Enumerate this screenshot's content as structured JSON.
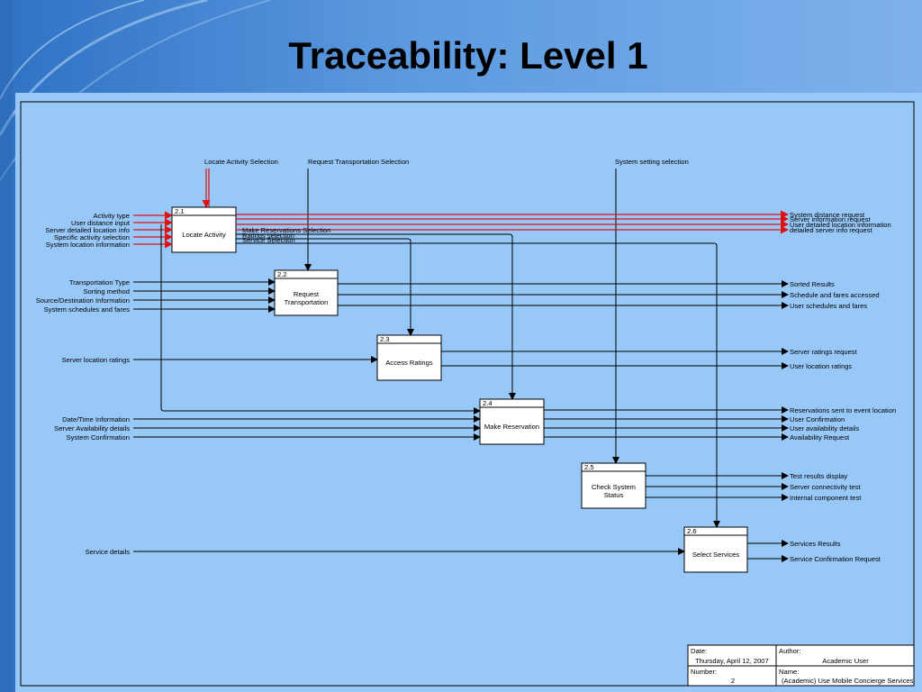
{
  "slide": {
    "title": "Traceability: Level 1"
  },
  "controls": [
    {
      "label": "Locate Activity Selection"
    },
    {
      "label": "Request Transportation Selection"
    },
    {
      "label": "System setting selection"
    }
  ],
  "activities": [
    {
      "num": "2.1",
      "title_lines": [
        "Locate Activity"
      ],
      "inputs": [
        "Activity type",
        "User distance input",
        "Server detailed location info",
        "Specific activity selection",
        "System location information"
      ],
      "outputs": [
        "System distance request",
        "Server information request",
        "User detailed location information",
        "detailed server info request"
      ],
      "internal_outputs": [
        "Make Reservations Selection",
        "Ratings selection",
        "Service Selection"
      ]
    },
    {
      "num": "2.2",
      "title_lines": [
        "Request",
        "Transportation"
      ],
      "inputs": [
        "Transportation Type",
        "Sorting method",
        "Source/Destination Information",
        "System schedules and fares"
      ],
      "outputs": [
        "Sorted Results",
        "Schedule and fares accessed",
        "User schedules and fares"
      ]
    },
    {
      "num": "2.3",
      "title_lines": [
        "Access Ratings"
      ],
      "inputs": [
        "Server location ratings"
      ],
      "outputs": [
        "Server ratings request",
        "User location ratings"
      ]
    },
    {
      "num": "2.4",
      "title_lines": [
        "Make Reservation"
      ],
      "inputs": [
        "Date/Time Information",
        "Server Availability details",
        "System Confirmation"
      ],
      "outputs": [
        "Reservations sent to event location",
        "User Confirmation",
        "User availability details",
        "Availability Request"
      ]
    },
    {
      "num": "2.5",
      "title_lines": [
        "Check System",
        "Status"
      ],
      "inputs": [],
      "outputs": [
        "Test results display",
        "Server connectivity test",
        "Internal component test"
      ]
    },
    {
      "num": "2.6",
      "title_lines": [
        "Select Services"
      ],
      "inputs": [
        "Service details"
      ],
      "outputs": [
        "Services Results",
        "Service Confirmation Request"
      ]
    }
  ],
  "info_table": {
    "date_label": "Date:",
    "date_value": "Thursday, April 12, 2007",
    "author_label": "Author:",
    "author_value": "Academic User",
    "number_label": "Number:",
    "number_value": "2",
    "name_label": "Name:",
    "name_value": "(Academic) Use Mobile Concierge Services"
  },
  "colors": {
    "background": "#98c8f8",
    "trace_highlight": "#e01010",
    "line": "#000000",
    "box_fill": "#ffffff"
  }
}
